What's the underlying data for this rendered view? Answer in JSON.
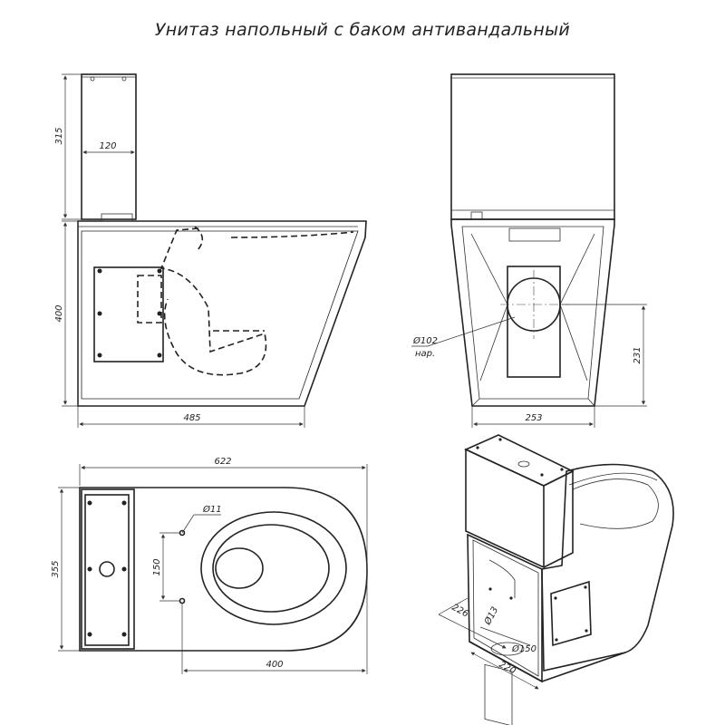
{
  "title": "Унитаз напольный с баком антивандальный",
  "views": {
    "side": {
      "dims": {
        "tank_height": "315",
        "tank_width": "120",
        "bowl_height": "400",
        "length": "485"
      }
    },
    "front": {
      "dims": {
        "pipe_diameter": "Ø102",
        "pipe_note": "нар.",
        "outlet_height": "231",
        "base_width": "253"
      }
    },
    "top": {
      "dims": {
        "overall_length": "622",
        "width": "355",
        "hole_diameter": "Ø11",
        "hole_spacing": "150",
        "hole_offset": "400"
      }
    },
    "iso": {
      "dims": {
        "depth": "226",
        "small_hole": "Ø13",
        "outlet": "Ø150",
        "base": "220"
      }
    }
  }
}
